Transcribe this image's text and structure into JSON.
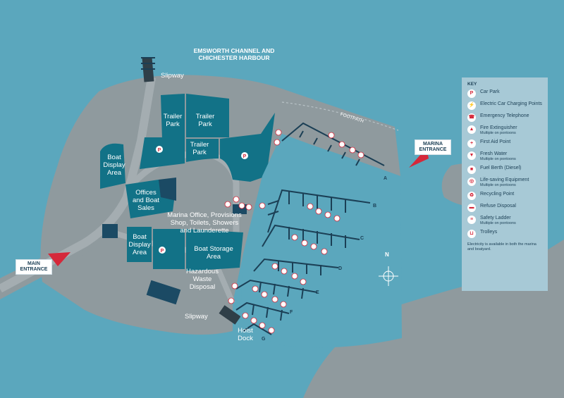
{
  "title_lines": [
    "EMSWORTH CHANNEL AND",
    "CHICHESTER HARBOUR"
  ],
  "labels": {
    "slipway_top": "Slipway",
    "slipway_bottom": "Slipway",
    "footpath": "FOOTPATH",
    "trailer_park_1": "Trailer Park",
    "trailer_park_2": "Trailer Park",
    "trailer_park_3": "Trailer Park",
    "boat_display_1": "Boat Display Area",
    "boat_display_2": "Boat Display Area",
    "offices": "Offices and Boat Sales",
    "marina_office": "Marina Office, Provisions Shop, Toilets, Showers and Launderette",
    "boat_storage": "Boat Storage Area",
    "hazardous": "Hazardous Waste Disposal",
    "hoist_dock": "Hoist Dock",
    "main_entrance": "MAIN ENTRANCE",
    "marina_entrance": "MARINA ENTRANCE",
    "north": "N"
  },
  "pontoons": [
    "A",
    "B",
    "C",
    "D",
    "E",
    "F",
    "G"
  ],
  "legend": {
    "title": "KEY",
    "items": [
      {
        "icon": "car-park-icon",
        "glyph": "P",
        "label": "Car Park",
        "sub": ""
      },
      {
        "icon": "electric-charging-icon",
        "glyph": "⚡",
        "label": "Electric Car Charging Points",
        "sub": ""
      },
      {
        "icon": "emergency-telephone-icon",
        "glyph": "☎",
        "label": "Emergency Telephone",
        "sub": ""
      },
      {
        "icon": "fire-extinguisher-icon",
        "glyph": "▲",
        "label": "Fire Extinguisher",
        "sub": "Multiple on pontoons"
      },
      {
        "icon": "first-aid-icon",
        "glyph": "+",
        "label": "First Aid Point",
        "sub": ""
      },
      {
        "icon": "fresh-water-icon",
        "glyph": "▼",
        "label": "Fresh Water",
        "sub": "Multiple on pontoons"
      },
      {
        "icon": "fuel-berth-icon",
        "glyph": "■",
        "label": "Fuel Berth (Diesel)",
        "sub": ""
      },
      {
        "icon": "lifesaving-icon",
        "glyph": "◎",
        "label": "Life-saving Equipment",
        "sub": "Multiple on pontoons"
      },
      {
        "icon": "recycling-icon",
        "glyph": "♻",
        "label": "Recycling Point",
        "sub": ""
      },
      {
        "icon": "refuse-icon",
        "glyph": "▬",
        "label": "Refuse Disposal",
        "sub": ""
      },
      {
        "icon": "safety-ladder-icon",
        "glyph": "≡",
        "label": "Safety Ladder",
        "sub": "Multiple on pontoons"
      },
      {
        "icon": "trolley-icon",
        "glyph": "⊔",
        "label": "Trolleys",
        "sub": ""
      }
    ],
    "note": "Electricity is available in both the marina and boatyard."
  },
  "colors": {
    "water": "#5ba7bd",
    "land": "#8f9a9e",
    "teal": "#127287",
    "dark": "#1b4a64",
    "accent": "#d5283a"
  }
}
